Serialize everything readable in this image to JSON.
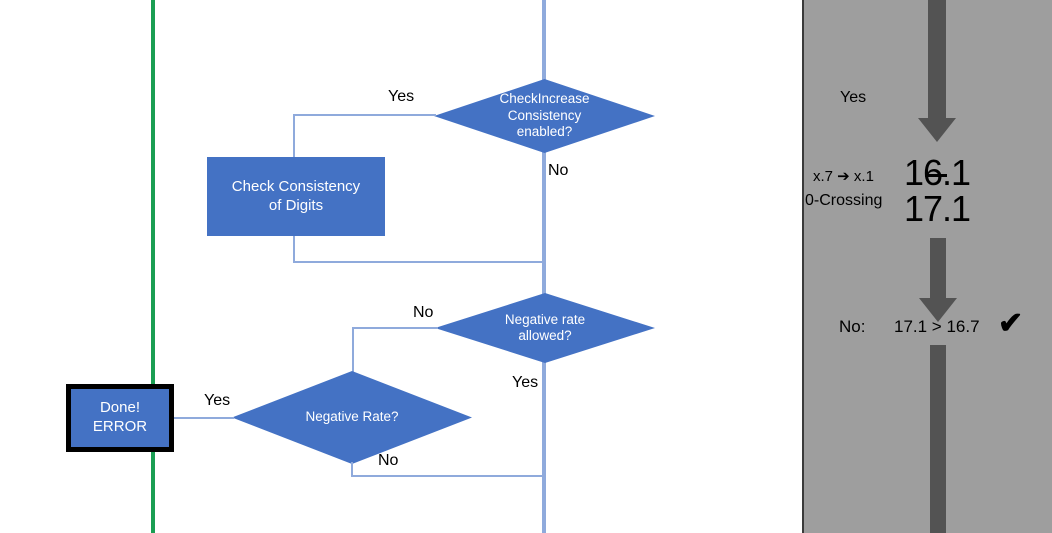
{
  "flowchart": {
    "nodes": {
      "check_increase": "CheckIncrease\nConsistency\nenabled?",
      "check_increase_lines": [
        "CheckIncrease",
        "Consistency",
        "enabled?"
      ],
      "check_consistency_lines": [
        "Check Consistency",
        "of Digits"
      ],
      "negative_rate_allowed_lines": [
        "Negative rate",
        "allowed?"
      ],
      "negative_rate_lines": [
        "Negative Rate?"
      ],
      "done_error_lines": [
        "Done!",
        "ERROR"
      ]
    },
    "labels": {
      "yes_check_increase": "Yes",
      "no_check_increase": "No",
      "no_neg_rate_allowed": "No",
      "yes_neg_rate_allowed": "Yes",
      "yes_done_error": "Yes",
      "no_negative_rate": "No"
    },
    "colors": {
      "node_fill": "#4472C4",
      "connector": "#8FAADC",
      "accent_green": "#1A9E53",
      "node_text": "#FFFFFF"
    }
  },
  "panel": {
    "background": "#9E9E9E",
    "arrow_color": "#535353",
    "label_yes": "Yes",
    "annotation_line1": "x.7 ➔ x.1",
    "annotation_line2": "0-Crossing",
    "value_struck": "16.1",
    "value_struck_prefix": "1",
    "value_struck_digit": "6",
    "value_struck_suffix": ".1",
    "value_result": "17.1",
    "verdict_label": "No:",
    "verdict_comparison": "17.1 > 16.7",
    "verdict_check": "✔"
  }
}
